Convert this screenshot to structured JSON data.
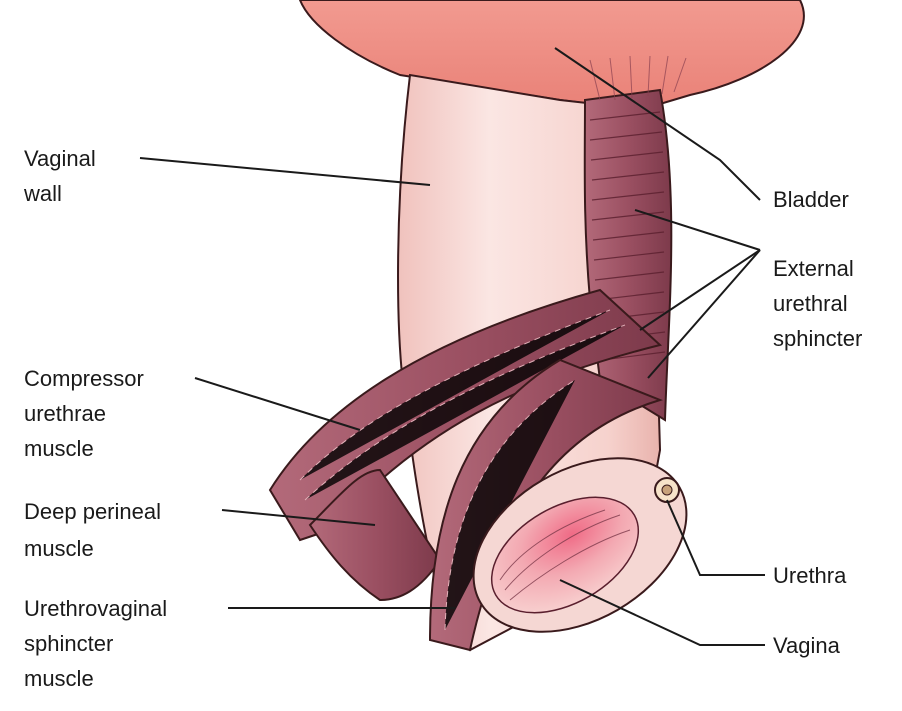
{
  "colors": {
    "bladder": "#ec8f86",
    "vaginal_wall": "#f8d9d6",
    "muscle": "#a3596a",
    "muscle_dark": "#5a1f2e",
    "lumen": "#e77b8a",
    "outline": "#2a1418"
  },
  "labels": {
    "vaginal_wall": [
      "Vaginal",
      "wall"
    ],
    "bladder": [
      "Bladder"
    ],
    "external_urethral_sphincter": [
      "External",
      "urethral",
      "sphincter"
    ],
    "compressor_urethrae": [
      "Compressor",
      "urethrae",
      "muscle"
    ],
    "deep_perineal": [
      "Deep perineal",
      "muscle"
    ],
    "urethrovaginal_sphincter": [
      "Urethrovaginal",
      "sphincter",
      "muscle"
    ],
    "urethra": [
      "Urethra"
    ],
    "vagina": [
      "Vagina"
    ]
  }
}
